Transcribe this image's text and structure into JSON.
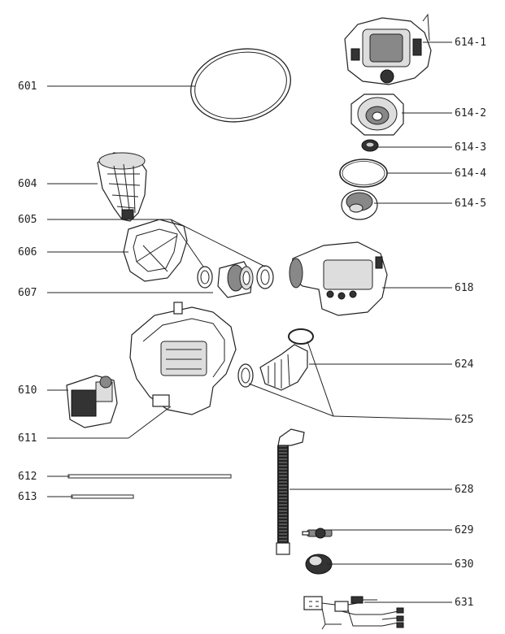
{
  "labels": {
    "p601": "601",
    "p604": "604",
    "p605": "605",
    "p606": "606",
    "p607": "607",
    "p610": "610",
    "p611": "611",
    "p612": "612",
    "p613": "613",
    "p614_1": "614-1",
    "p614_2": "614-2",
    "p614_3": "614-3",
    "p614_4": "614-4",
    "p614_5": "614-5",
    "p618": "618",
    "p624": "624",
    "p625": "625",
    "p628": "628",
    "p629": "629",
    "p630": "630",
    "p631": "631"
  }
}
